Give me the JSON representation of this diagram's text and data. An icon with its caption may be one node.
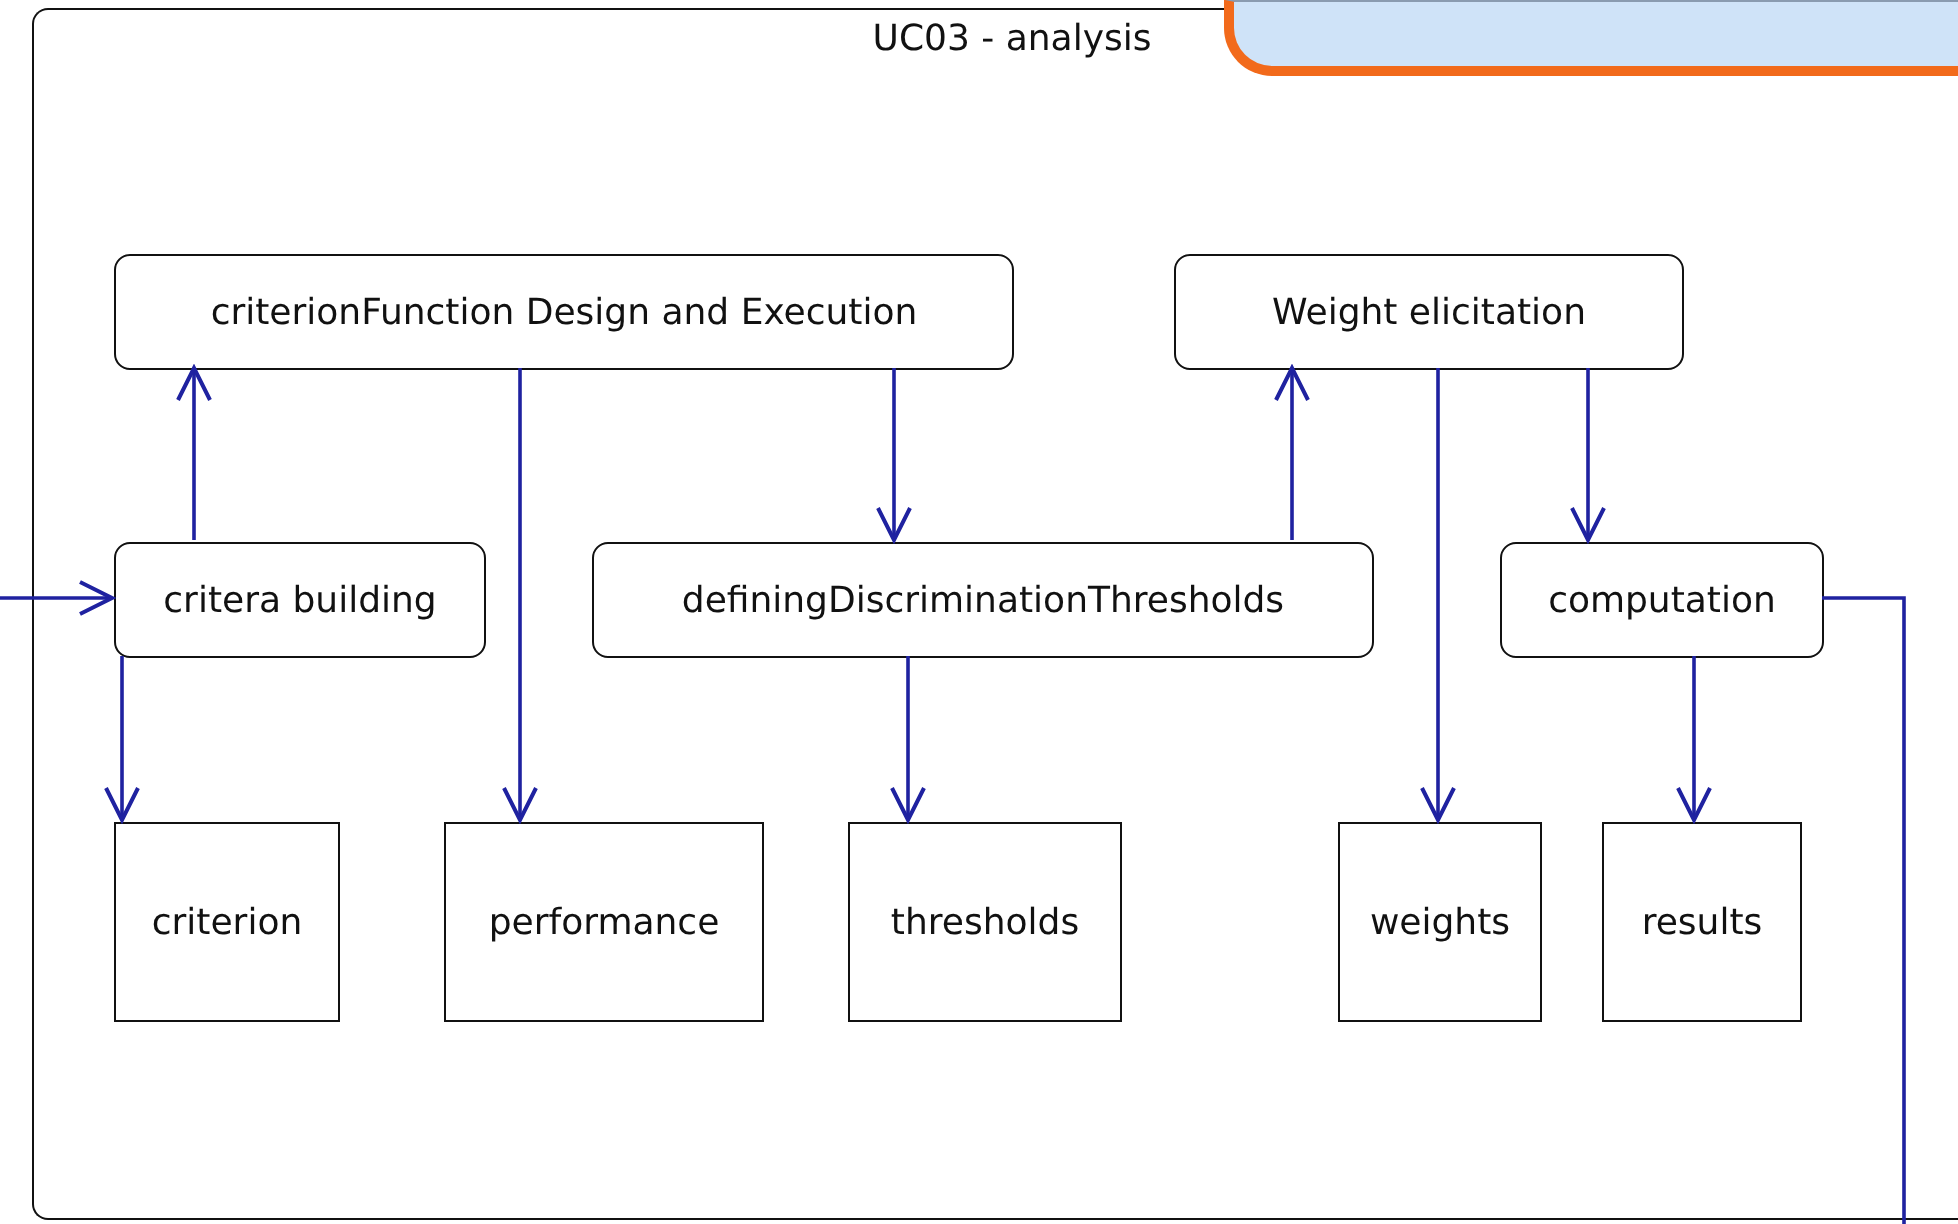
{
  "diagram": {
    "nodes": [
      {
        "text": [
          "UC03 - analysis"
        ]
      },
      {
        "text": [],
        "shape": "box"
      },
      {
        "text": [
          "criterionFunction Design and Execution"
        ],
        "in": 0
      },
      {
        "text": [
          "Weight elicitation"
        ],
        "in": 0
      },
      {
        "text": [
          "critera building"
        ],
        "in": 0
      },
      {
        "text": [
          "definingDiscriminationThresholds"
        ],
        "in": 0
      },
      {
        "text": [
          "computation"
        ],
        "in": 0
      },
      {
        "text": [
          "criterion"
        ],
        "in": 0
      },
      {
        "text": [
          "performance"
        ],
        "in": 0
      },
      {
        "text": [
          "thresholds"
        ],
        "in": 0
      },
      {
        "text": [
          "weights"
        ],
        "in": 0
      },
      {
        "text": [
          "results"
        ],
        "in": 0
      }
    ],
    "edges": [
      {
        "from": null,
        "to": 4,
        "arrow": "to"
      },
      {
        "from": 4,
        "to": 2,
        "arrow": "to"
      },
      {
        "from": 4,
        "to": 7,
        "arrow": "to"
      },
      {
        "from": 2,
        "to": 8,
        "arrow": "to"
      },
      {
        "from": 2,
        "to": 5,
        "arrow": "to"
      },
      {
        "from": 5,
        "to": 3,
        "arrow": "to"
      },
      {
        "from": 5,
        "to": 9,
        "arrow": "to"
      },
      {
        "from": 3,
        "to": 10,
        "arrow": "to"
      },
      {
        "from": 3,
        "to": 6,
        "arrow": "to"
      },
      {
        "from": 6,
        "to": 11,
        "arrow": "to"
      },
      {
        "from": 6,
        "to": null,
        "arrow": "none"
      }
    ]
  }
}
